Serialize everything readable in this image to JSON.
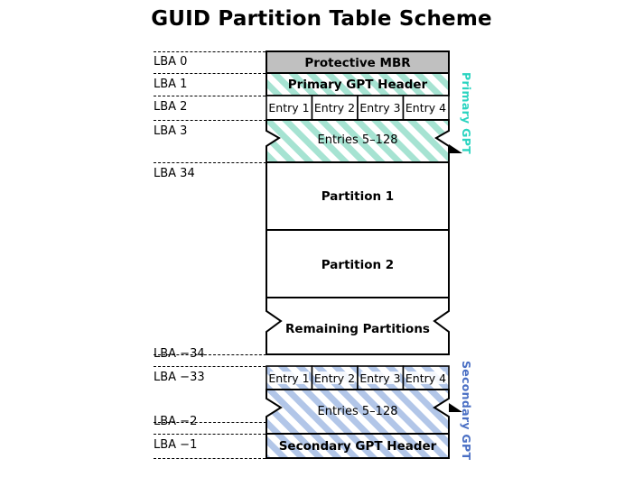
{
  "title": "GUID Partition Table Scheme",
  "colors": {
    "primary_gpt_label": "#2ad4c0",
    "secondary_gpt_label": "#4a6fc4",
    "primary_hatch": "#a6e3d2",
    "secondary_hatch": "#b2c6e8",
    "mbr_fill": "#c0c0c0",
    "outline": "#000000"
  },
  "side_labels": {
    "primary": "Primary GPT",
    "secondary": "Secondary GPT"
  },
  "lba_ticks": [
    {
      "label": "LBA 0"
    },
    {
      "label": "LBA 1"
    },
    {
      "label": "LBA 2"
    },
    {
      "label": "LBA 3"
    },
    {
      "label": "LBA 34"
    },
    {
      "label": "LBA −34"
    },
    {
      "label": "LBA −33"
    },
    {
      "label": "LBA −2"
    },
    {
      "label": "LBA −1"
    }
  ],
  "rows": {
    "protective_mbr": "Protective MBR",
    "primary_gpt_header": "Primary GPT Header",
    "primary_entries_5_128": "Entries 5–128",
    "partition_1": "Partition 1",
    "partition_2": "Partition 2",
    "remaining_partitions": "Remaining Partitions",
    "secondary_entries_5_128": "Entries 5–128",
    "secondary_gpt_header": "Secondary GPT Header"
  },
  "primary_entries": [
    "Entry 1",
    "Entry 2",
    "Entry 3",
    "Entry 4"
  ],
  "secondary_entries": [
    "Entry 1",
    "Entry 2",
    "Entry 3",
    "Entry 4"
  ]
}
